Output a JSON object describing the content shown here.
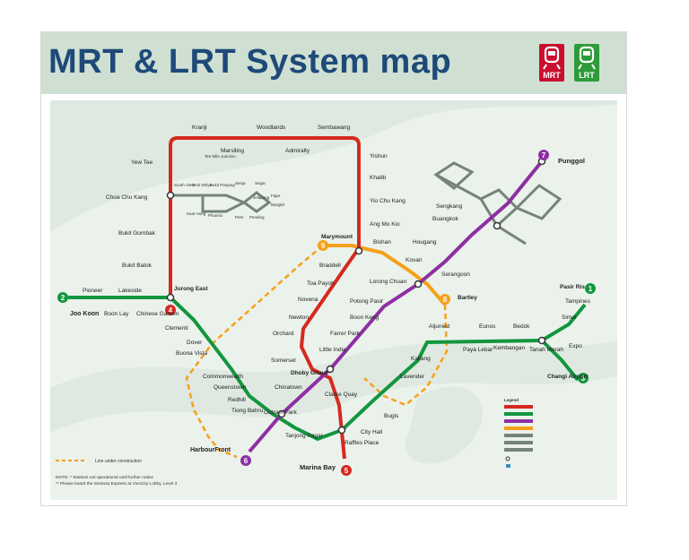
{
  "title": "MRT & LRT System map",
  "logos": {
    "mrt": "MRT",
    "lrt": "LRT",
    "mrt_color": "#c8102e",
    "lrt_color": "#2e9b3a"
  },
  "colors": {
    "ns": "#d6291f",
    "ew": "#12963e",
    "ne": "#8d2fa3",
    "cc": "#f6a01a",
    "lrt": "#748477"
  },
  "line_numbers": {
    "ew_west": "2",
    "ew_east": "1",
    "changi": "3",
    "ns_south": "5",
    "ns_west": "4",
    "ne_north": "7",
    "ne_south": "6",
    "cc_east": "8",
    "cc_north": "9"
  },
  "stations": {
    "kranji": "Kranji",
    "woodlands": "Woodlands",
    "sembawang": "Sembawang",
    "marsiling": "Marsiling",
    "admiralty": "Admiralty",
    "yew_tee": "Yew Tee",
    "choa_chu_kang": "Choa Chu Kang",
    "bukit_gombak": "Bukit Gombak",
    "bukit_batok": "Bukit Batok",
    "jurong_east": "Jurong East",
    "yishun": "Yishun",
    "khatib": "Khatib",
    "yio_chu_kang": "Yio Chu Kang",
    "ang_mo_kio": "Ang Mo Kio",
    "marymount": "Marymount",
    "bishan": "Bishan",
    "braddell": "Braddell",
    "toa_payoh": "Toa Payoh",
    "novena": "Novena",
    "newton": "Newton",
    "orchard": "Orchard",
    "somerset": "Somerset",
    "dhoby_ghaut": "Dhoby Ghaut",
    "city_hall": "City Hall",
    "raffles_place": "Raffles Place",
    "marina_bay": "Marina Bay",
    "lorong_chuan": "Lorong Chuan",
    "bartley": "Bartley",
    "punggol": "Punggol",
    "sengkang": "Sengkang",
    "buangkok": "Buangkok",
    "hougang": "Hougang",
    "kovan": "Kovan",
    "serangoon": "Serangoon",
    "potong_pasir": "Potong Pasir",
    "boon_keng": "Boon Keng",
    "farrer_park": "Farrer Park",
    "little_india": "Little India",
    "clarke_quay": "Clarke Quay",
    "chinatown": "Chinatown",
    "outram_park": "Outram Park",
    "harbourfront": "HarbourFront",
    "pioneer": "Pioneer",
    "lakeside": "Lakeside",
    "joo_koon": "Joo Koon",
    "boon_lay": "Boon Lay",
    "chinese_garden": "Chinese Garden",
    "clementi": "Clementi",
    "dover": "Dover",
    "buona_vista": "Buona Vista",
    "commonwealth": "Commonwealth",
    "queenstown": "Queenstown",
    "redhill": "Redhill",
    "tiong_bahru": "Tiong Bahru",
    "tanjong_pagar": "Tanjong Pagar",
    "bugis": "Bugis",
    "lavender": "Lavender",
    "kallang": "Kallang",
    "aljunied": "Aljunied",
    "paya_lebar": "Paya Lebar",
    "eunos": "Eunos",
    "kembangan": "Kembangan",
    "bedok": "Bedok",
    "tanah_merah": "Tanah Merah",
    "simei": "Simei",
    "tampines": "Tampines",
    "pasir_ris": "Pasir Ris",
    "expo": "Expo",
    "changi_airport": "Changi Airport",
    "south_view": "South View",
    "keat_hong": "Keat Hong",
    "teck_whye": "Teck Whye",
    "phoenix": "Phoenix",
    "bukit_panjang": "Bukit Panjang",
    "petir": "Petir",
    "pending": "Pending",
    "senja": "Senja",
    "segar": "Segar",
    "jelapang": "Jelapang",
    "fajar": "Fajar",
    "bangkit": "Bangkit",
    "ten_mile": "Ten Mile Junction"
  },
  "footer": {
    "construction": "Line under construction",
    "note1": "NOTE: * Stations not operational until further notice",
    "note2": "** Please board the Sentosa Express at VivoCity Lobby, Level 3"
  },
  "legend": {
    "title": "Legend"
  }
}
